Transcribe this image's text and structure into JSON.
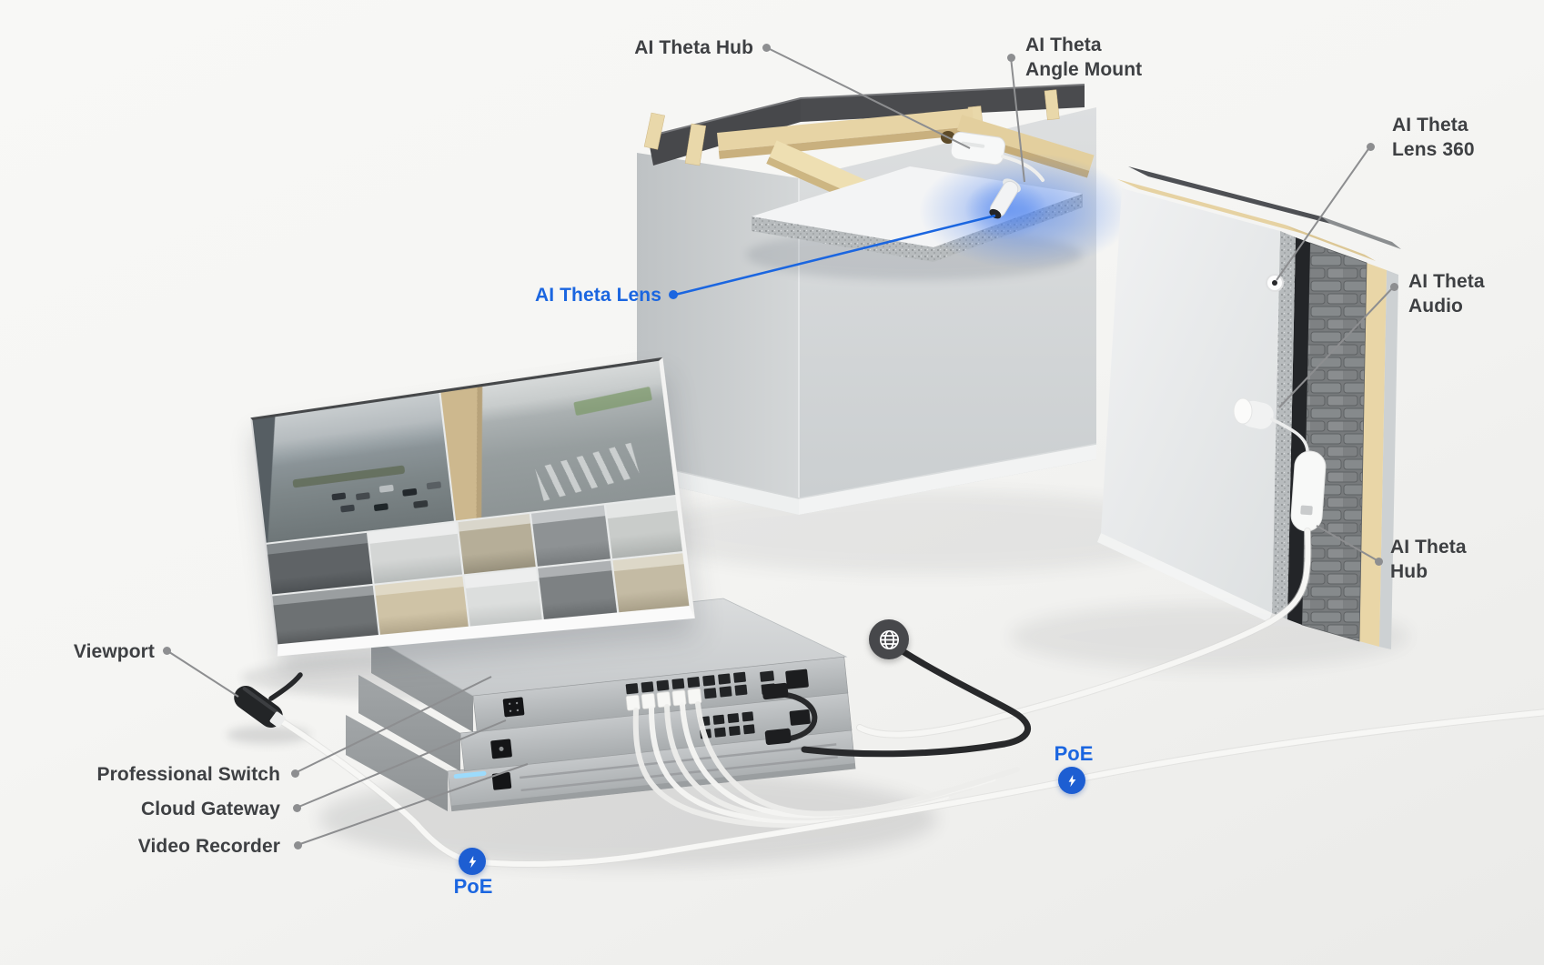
{
  "callouts": {
    "hub_ceiling": {
      "label": "AI Theta Hub"
    },
    "angle_mount": {
      "lines": [
        "AI Theta",
        "Angle Mount"
      ]
    },
    "lens_360": {
      "lines": [
        "AI Theta",
        "Lens 360"
      ]
    },
    "audio": {
      "lines": [
        "AI Theta",
        "Audio"
      ]
    },
    "lens": {
      "label": "AI Theta Lens"
    },
    "hub_wall": {
      "lines": [
        "AI Theta",
        "Hub"
      ]
    },
    "viewport": {
      "label": "Viewport"
    },
    "professional_switch": {
      "label": "Professional Switch"
    },
    "cloud_gateway": {
      "label": "Cloud Gateway"
    },
    "video_recorder": {
      "label": "Video Recorder"
    }
  },
  "badges": {
    "poe_bottom": {
      "label": "PoE"
    },
    "poe_right": {
      "label": "PoE"
    }
  },
  "icons": {
    "internet": "globe-icon",
    "poe_bottom": "lightning-bolt-icon",
    "poe_right": "lightning-bolt-icon"
  },
  "colors": {
    "background": "#f5f5f3",
    "label_gray": "#3e4043",
    "accent_blue": "#1b66e0",
    "badge_blue": "#1d5ed2",
    "leader_gray": "#8d8e90",
    "glow_blue": "#4b82f0"
  }
}
